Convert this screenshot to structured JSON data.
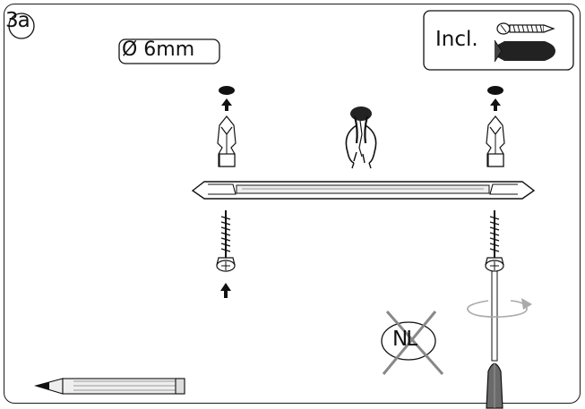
{
  "step": {
    "label": "3a"
  },
  "drill": {
    "label": "Ø 6mm"
  },
  "included": {
    "label": "Incl."
  },
  "warning": {
    "label": "NL"
  }
}
